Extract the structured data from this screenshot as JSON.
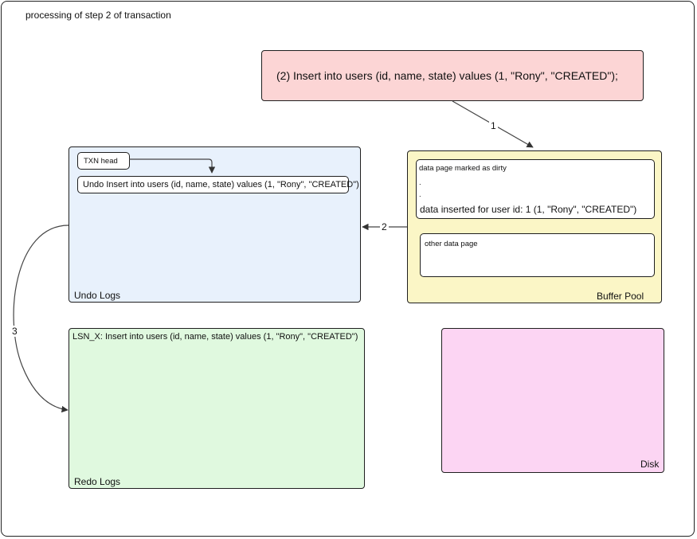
{
  "title": "processing of step 2 of transaction",
  "sql_statement": "(2) Insert into users (id, name, state) values (1, \"Rony\", \"CREATED\");",
  "undo_logs": {
    "label": "Undo Logs",
    "txn_head": "TXN head",
    "entry": "Undo Insert into users (id, name, state) values (1, \"Rony\", \"CREATED\")"
  },
  "buffer_pool": {
    "label": "Buffer Pool",
    "dirty_page": {
      "heading": "data page marked as dirty",
      "dot1": ".",
      "dot2": ".",
      "row": "data inserted for user id: 1 (1, \"Rony\", \"CREATED\")"
    },
    "other_page": "other data page"
  },
  "redo_logs": {
    "label": "Redo Logs",
    "entry": "LSN_X: Insert into users (id, name, state) values (1, \"Rony\", \"CREATED\")"
  },
  "disk": {
    "label": "Disk"
  },
  "arrows": {
    "step1": "1",
    "step2": "2",
    "step3": "3"
  },
  "colors": {
    "sql_fill": "#fcd5d5",
    "undo_fill": "#e8f1fc",
    "buffer_fill": "#fbf6c6",
    "redo_fill": "#e0f9df",
    "disk_fill": "#fcd5f3"
  }
}
